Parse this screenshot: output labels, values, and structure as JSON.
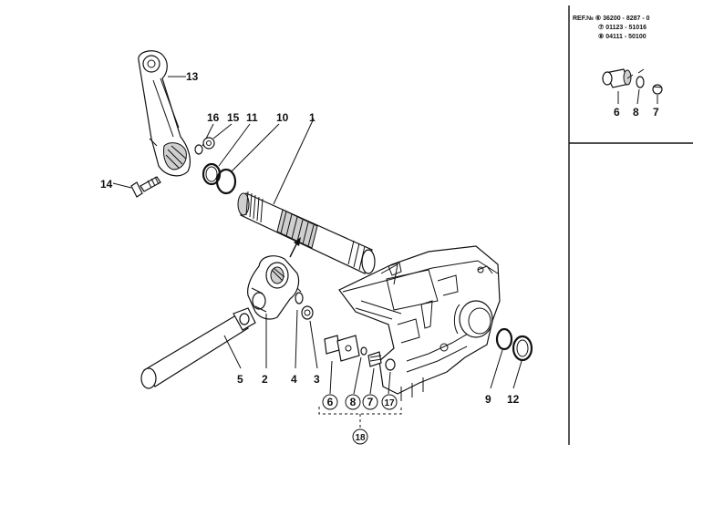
{
  "reference": {
    "line1": "REF.№ ⑥ 36200 - 8287 - 0",
    "line2": "⑦ 01123 - 51016",
    "line3": "⑧ 04111 - 50100"
  },
  "inset_labels": [
    "6",
    "8",
    "7"
  ],
  "part_labels": {
    "p1": "1",
    "p2": "2",
    "p3": "3",
    "p4": "4",
    "p5": "5",
    "p9": "9",
    "p10": "10",
    "p11": "11",
    "p12": "12",
    "p13": "13",
    "p14": "14",
    "p15": "15",
    "p16": "16"
  },
  "kit_labels": [
    "6",
    "8",
    "7",
    "17"
  ],
  "kit_assembly": "18"
}
